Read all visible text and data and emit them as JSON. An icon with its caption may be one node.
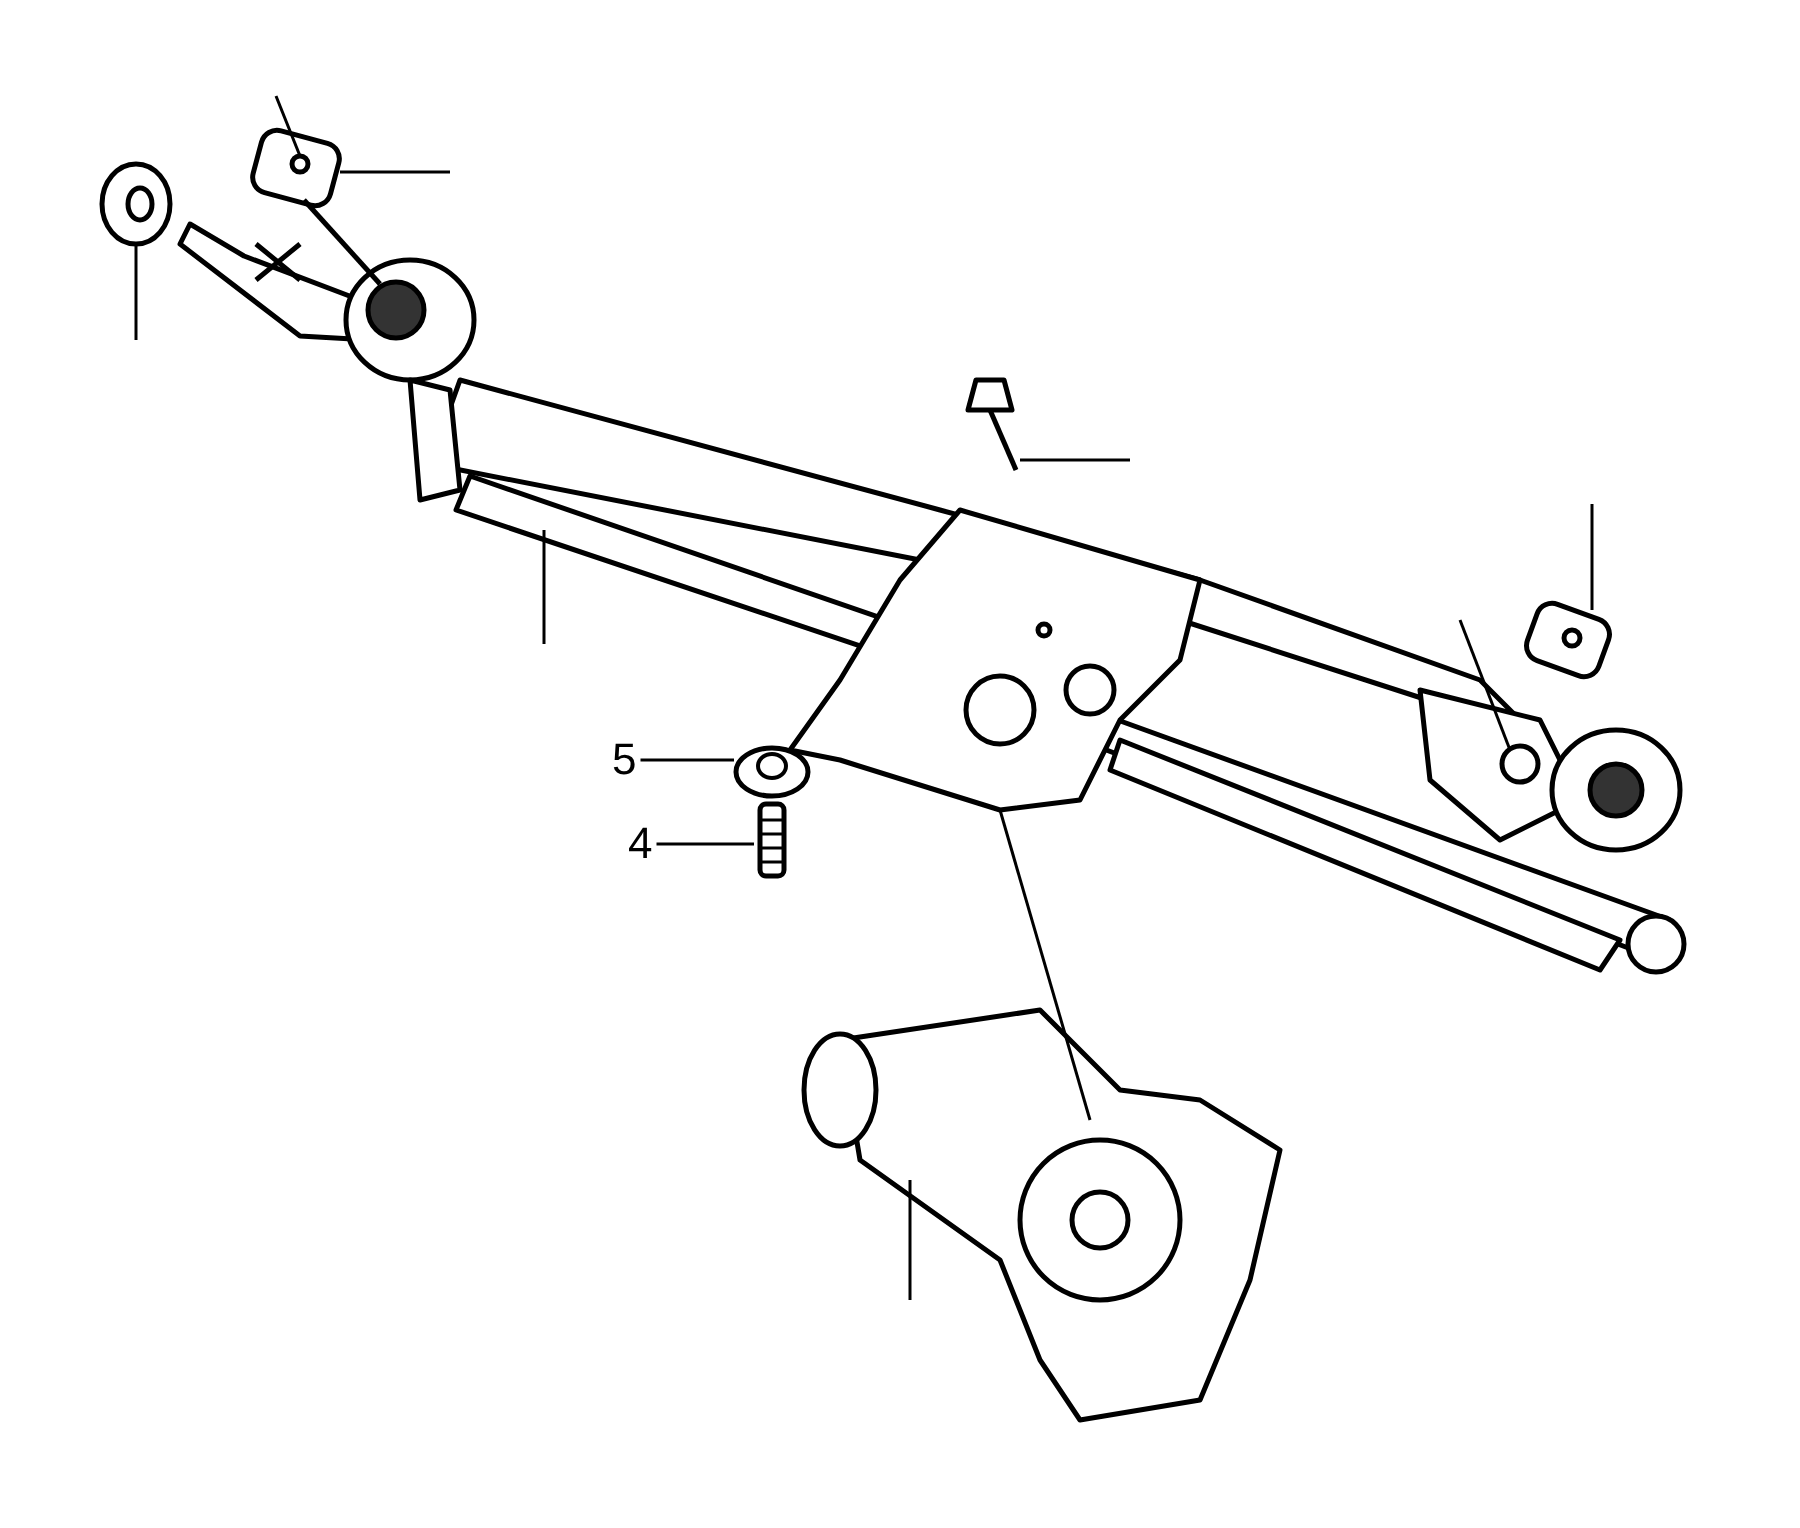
{
  "diagram": {
    "nodes": [
      {
        "text": [
          "5"
        ]
      },
      {
        "text": [],
        "shape": "picture"
      },
      {
        "text": [
          "4"
        ]
      },
      {
        "text": [],
        "shape": "picture"
      }
    ],
    "edges": [
      {
        "from": 0,
        "to": 1,
        "arrow": "none"
      },
      {
        "from": 2,
        "to": 3,
        "arrow": "none"
      }
    ]
  }
}
